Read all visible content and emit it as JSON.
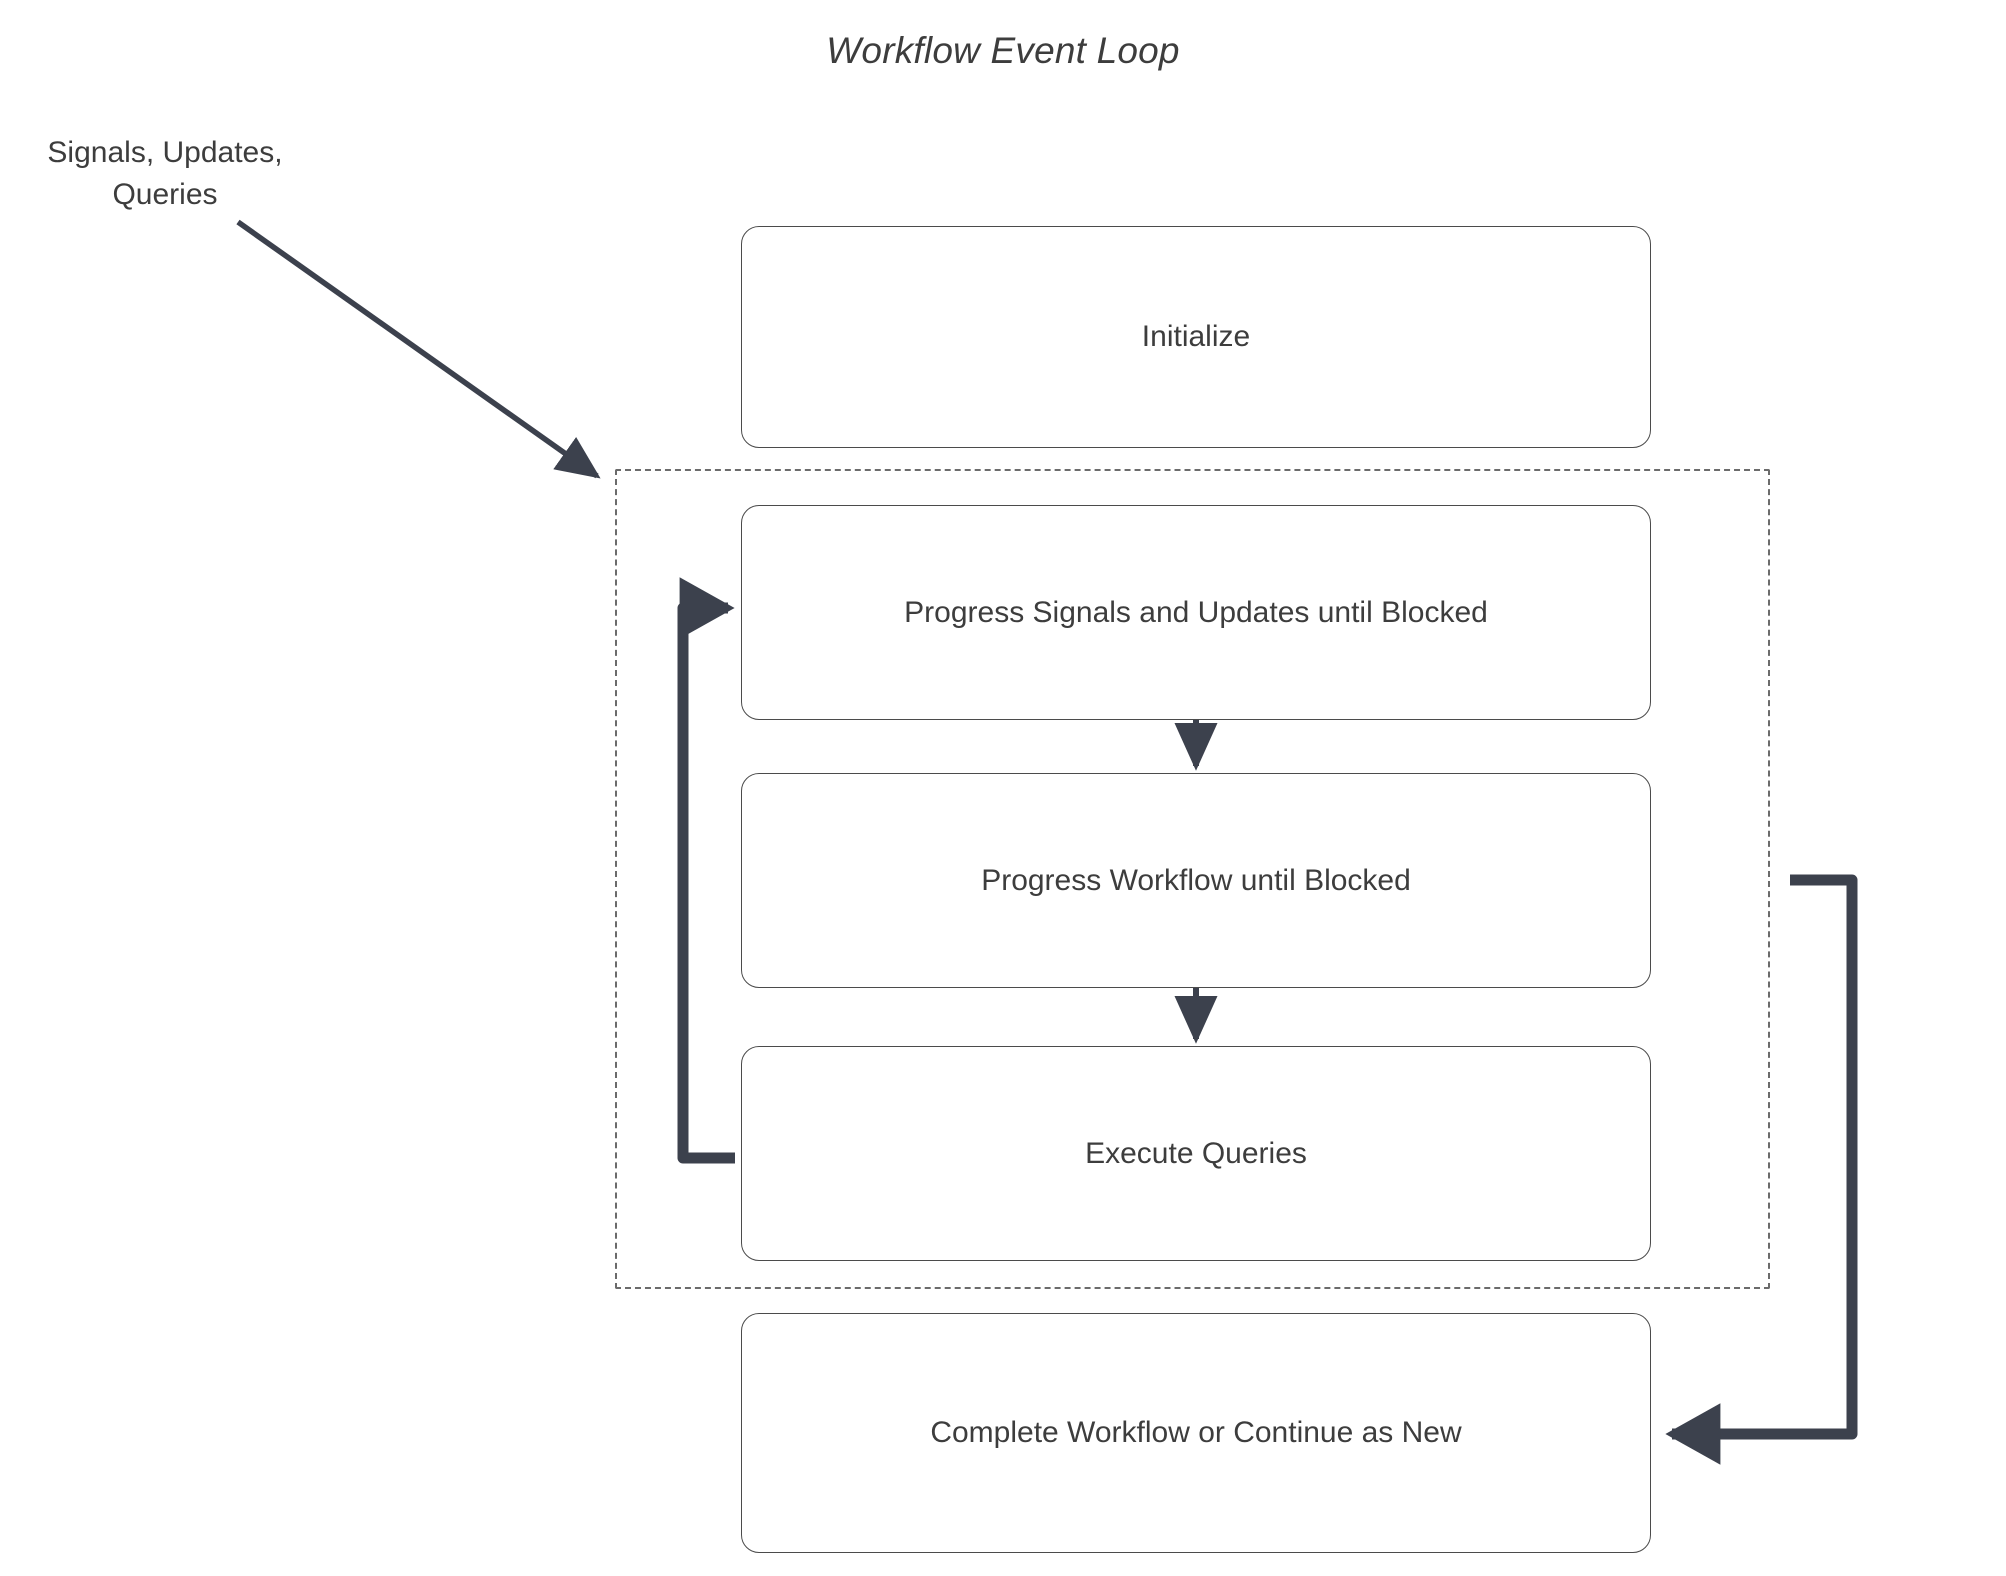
{
  "diagram": {
    "title": "Workflow Event Loop",
    "type": "flowchart",
    "colors": {
      "node_border": "#4b4b4b",
      "node_fill": "#ffffff",
      "text": "#3d3d3d",
      "connector": "#3c414d",
      "dashed_border": "#6b6b6b",
      "background": "#ffffff"
    },
    "external_label": {
      "line1": "Signals, Updates,",
      "line2": "Queries"
    },
    "nodes": [
      {
        "id": "initialize",
        "label": "Initialize"
      },
      {
        "id": "progress-signals",
        "label": "Progress Signals and Updates until Blocked"
      },
      {
        "id": "progress-workflow",
        "label": "Progress Workflow until Blocked"
      },
      {
        "id": "execute-queries",
        "label": "Execute Queries"
      },
      {
        "id": "complete",
        "label": "Complete Workflow or Continue as New"
      }
    ],
    "loop_group": {
      "label": "",
      "contains": [
        "progress-signals",
        "progress-workflow",
        "execute-queries"
      ],
      "border_style": "dashed"
    },
    "edges": [
      {
        "from": "signals-updates-queries-label",
        "to": "loop-group",
        "style": "thin-diagonal-arrow"
      },
      {
        "from": "progress-signals",
        "to": "progress-workflow",
        "style": "thin-vertical-arrow"
      },
      {
        "from": "progress-workflow",
        "to": "execute-queries",
        "style": "thin-vertical-arrow"
      },
      {
        "from": "execute-queries",
        "to": "progress-signals",
        "style": "thick-left-elbow-arrow"
      },
      {
        "from": "loop-group",
        "to": "complete",
        "style": "thick-right-elbow-arrow"
      }
    ]
  }
}
